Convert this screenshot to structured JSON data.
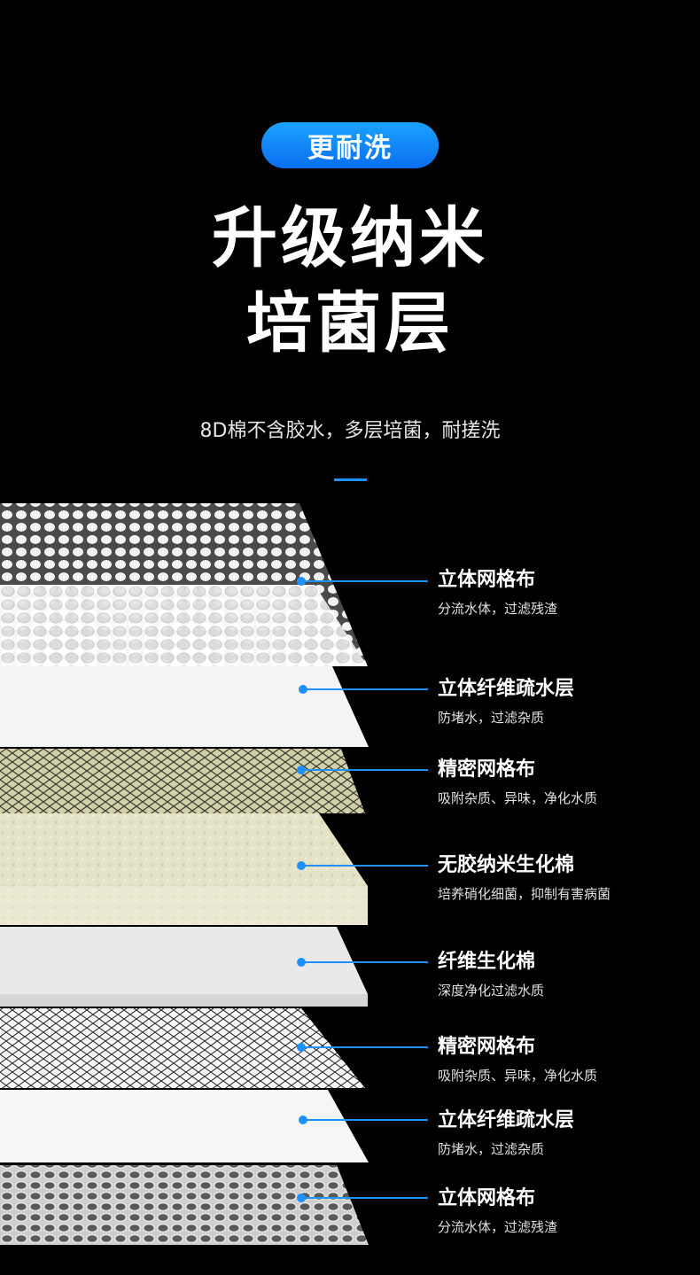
{
  "badge": "更耐洗",
  "title_line1": "升级纳米",
  "title_line2": "培菌层",
  "subtitle": "8D棉不含胶水，多层培菌，耐搓洗",
  "accent_color": "#1e90ff",
  "layers": [
    {
      "title": "立体网格布",
      "desc": "分流水体，过滤残渣"
    },
    {
      "title": "立体纤维疏水层",
      "desc": "防堵水，过滤杂质"
    },
    {
      "title": "精密网格布",
      "desc": "吸附杂质、异味，净化水质"
    },
    {
      "title": "无胶纳米生化棉",
      "desc": "培养硝化细菌，抑制有害病菌"
    },
    {
      "title": "纤维生化棉",
      "desc": "深度净化过滤水质"
    },
    {
      "title": "精密网格布",
      "desc": "吸附杂质、异味，净化水质"
    },
    {
      "title": "立体纤维疏水层",
      "desc": "防堵水，过滤杂质"
    },
    {
      "title": "立体网格布",
      "desc": "分流水体，过滤残渣"
    }
  ]
}
